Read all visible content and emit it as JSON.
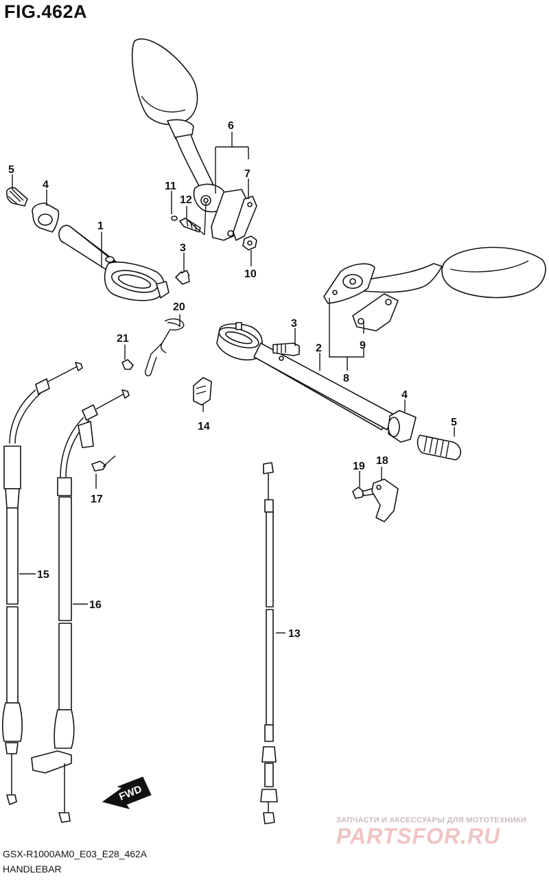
{
  "figure": {
    "title": "FIG.462A",
    "code": "GSX-R1000AM0_E03_E28_462A",
    "name": "HANDLEBAR"
  },
  "watermark": {
    "tagline": "ЗАПЧАСТИ И АКСЕССУАРЫ ДЛЯ МОТОТЕХНИКИ",
    "brand": "PARTSFOR.RU"
  },
  "direction_marker": "FWD",
  "callouts": {
    "p1": "1",
    "p2": "2",
    "p3a": "3",
    "p3b": "3",
    "p4a": "4",
    "p4b": "4",
    "p5a": "5",
    "p5b": "5",
    "p6": "6",
    "p7": "7",
    "p8": "8",
    "p9": "9",
    "p10": "10",
    "p11": "11",
    "p12": "12",
    "p13": "13",
    "p14": "14",
    "p15": "15",
    "p16": "16",
    "p17": "17",
    "p18": "18",
    "p19": "19",
    "p20": "20",
    "p21": "21"
  },
  "colors": {
    "line": "#111111",
    "background": "#ffffff",
    "watermark": "#f0c4c4"
  }
}
